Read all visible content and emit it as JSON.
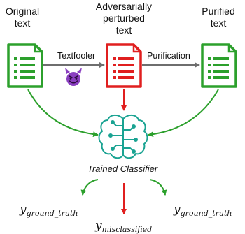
{
  "nodes": {
    "original": {
      "line1": "Original",
      "line2": "text"
    },
    "perturbed": {
      "line1": "Adversarially",
      "line2": "perturbed",
      "line3": "text"
    },
    "purified": {
      "line1": "Purified",
      "line2": "text"
    },
    "classifier": "Trained Classifier"
  },
  "edges": {
    "attack": "Textfooler",
    "defense": "Purification"
  },
  "outputs": {
    "left": {
      "base": "y",
      "sub": "ground_truth"
    },
    "center": {
      "base": "y",
      "sub": "misclassified"
    },
    "right": {
      "base": "y",
      "sub": "ground_truth"
    }
  },
  "colors": {
    "green": "#2ca02c",
    "red": "#e01f1f",
    "gray": "#6e6e6e",
    "teal": "#1aa392",
    "devil": "#8a3fc0"
  },
  "icons": [
    "document-icon",
    "devil-emoji-icon",
    "brain-circuit-icon"
  ]
}
